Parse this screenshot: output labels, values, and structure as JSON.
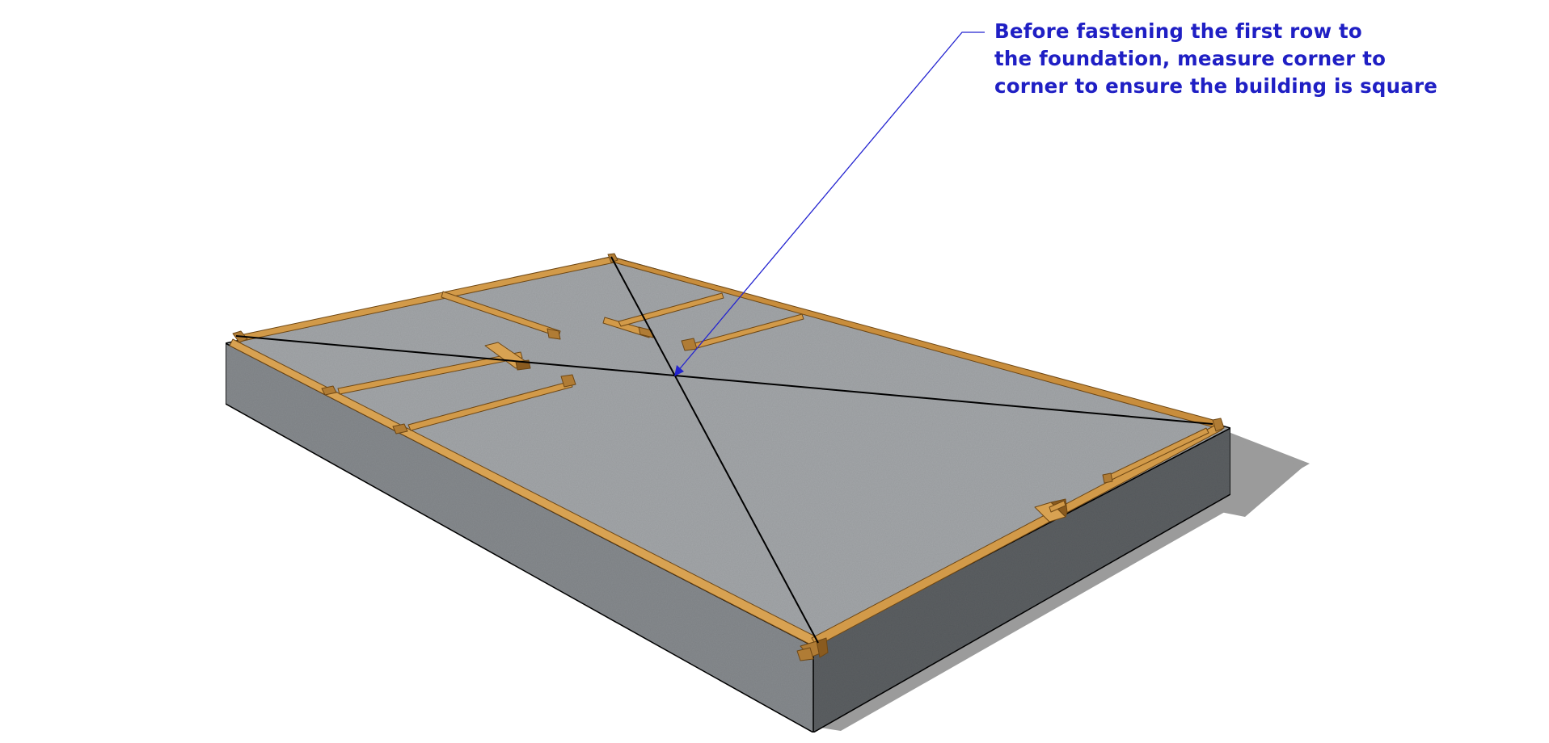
{
  "annotation": {
    "lines": [
      "Before fastening the first row to",
      "the foundation, measure corner to",
      "corner to ensure the building is square"
    ]
  },
  "colors": {
    "annotation_text": "#1f1fc4",
    "leader_line": "#2323d0",
    "slab_top": "#a4a7aa",
    "slab_front_face": "#878b8f",
    "slab_right_face": "#5d6064",
    "shadow": "#9a9a9a",
    "timber": "#d29a49",
    "timber_dark": "#a16d2a",
    "diagonal_lines": "#000000"
  },
  "icons": [
    "arrowhead-icon"
  ]
}
